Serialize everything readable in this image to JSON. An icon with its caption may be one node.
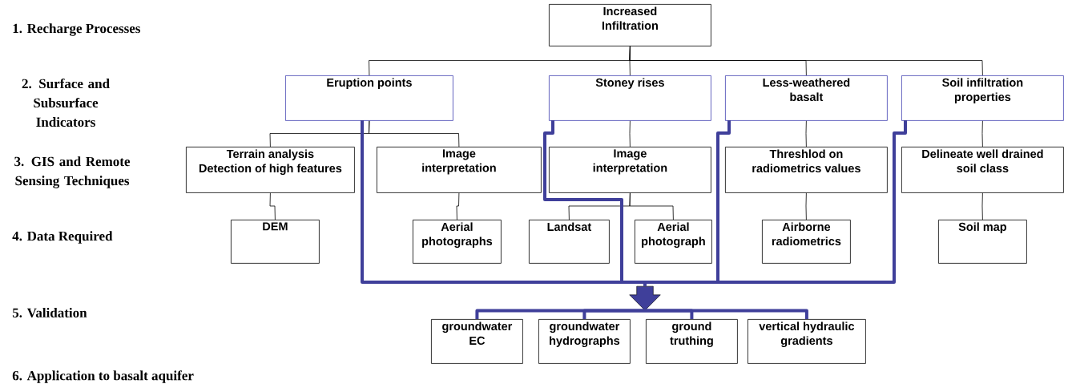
{
  "diagram": {
    "nodes": [
      {
        "text": [
          "Increased Infiltration"
        ]
      },
      {
        "text": [
          "Eruption points"
        ]
      },
      {
        "text": [
          "Stoney rises"
        ]
      },
      {
        "text": [
          "Less-weathered basalt"
        ]
      },
      {
        "text": [
          "Soil infiltration properties"
        ]
      },
      {
        "text": [
          "Terrain analysis",
          "Detection of high features"
        ]
      },
      {
        "text": [
          "Image interpretation"
        ]
      },
      {
        "text": [
          "Image interpretation"
        ]
      },
      {
        "text": [
          "Threshlod on radiometrics values"
        ]
      },
      {
        "text": [
          "Delineate well drained soil class"
        ]
      },
      {
        "text": [
          "DEM"
        ]
      },
      {
        "text": [
          "Aerial photographs"
        ]
      },
      {
        "text": [
          "Landsat"
        ]
      },
      {
        "text": [
          "Aerial photograph"
        ]
      },
      {
        "text": [
          "Airborne radiometrics"
        ]
      },
      {
        "text": [
          "Soil map"
        ]
      },
      {
        "text": [],
        "shape": "arrow"
      },
      {
        "text": [
          "groundwater EC"
        ]
      },
      {
        "text": [
          "groundwater hydrographs"
        ]
      },
      {
        "text": [
          "ground truthing"
        ]
      },
      {
        "text": [
          "vertical hydraulic gradients"
        ]
      }
    ],
    "edges": [
      {
        "from": 0,
        "to": 1,
        "arrow": "none"
      },
      {
        "from": 0,
        "to": 2,
        "arrow": "none"
      },
      {
        "from": 0,
        "to": 3,
        "arrow": "none"
      },
      {
        "from": 0,
        "to": 4,
        "arrow": "none"
      },
      {
        "from": 1,
        "to": 5,
        "arrow": "none"
      },
      {
        "from": 1,
        "to": 6,
        "arrow": "none"
      },
      {
        "from": 2,
        "to": 7,
        "arrow": "none"
      },
      {
        "from": 3,
        "to": 8,
        "arrow": "none"
      },
      {
        "from": 4,
        "to": 9,
        "arrow": "none"
      },
      {
        "from": 5,
        "to": 10,
        "arrow": "none"
      },
      {
        "from": 6,
        "to": 11,
        "arrow": "none"
      },
      {
        "from": 7,
        "to": 12,
        "arrow": "none"
      },
      {
        "from": 7,
        "to": 13,
        "arrow": "none"
      },
      {
        "from": 8,
        "to": 14,
        "arrow": "none"
      },
      {
        "from": 9,
        "to": 15,
        "arrow": "none"
      },
      {
        "from": 1,
        "to": 16,
        "arrow": "none",
        "style": "thick",
        "color": "#3f3f9a"
      },
      {
        "from": 2,
        "to": 16,
        "arrow": "none",
        "style": "thick",
        "color": "#3f3f9a"
      },
      {
        "from": 3,
        "to": 16,
        "arrow": "none",
        "style": "thick",
        "color": "#3f3f9a"
      },
      {
        "from": 4,
        "to": 16,
        "arrow": "none",
        "style": "thick",
        "color": "#3f3f9a"
      },
      {
        "from": 16,
        "to": 17,
        "arrow": "none",
        "style": "thick",
        "color": "#3f3f9a"
      },
      {
        "from": 16,
        "to": 18,
        "arrow": "none",
        "style": "thick",
        "color": "#3f3f9a"
      },
      {
        "from": 16,
        "to": 19,
        "arrow": "none",
        "style": "thick",
        "color": "#3f3f9a"
      },
      {
        "from": 16,
        "to": 20,
        "arrow": "none",
        "style": "thick",
        "color": "#3f3f9a"
      }
    ],
    "labels": [
      "1. Recharge Processes",
      "2. Surface and Subsurface Indicators",
      "3. GIS and Remote Sensing Techniques",
      "4. Data Required",
      "5. Validation",
      "6. Application to basalt aquifer"
    ]
  }
}
